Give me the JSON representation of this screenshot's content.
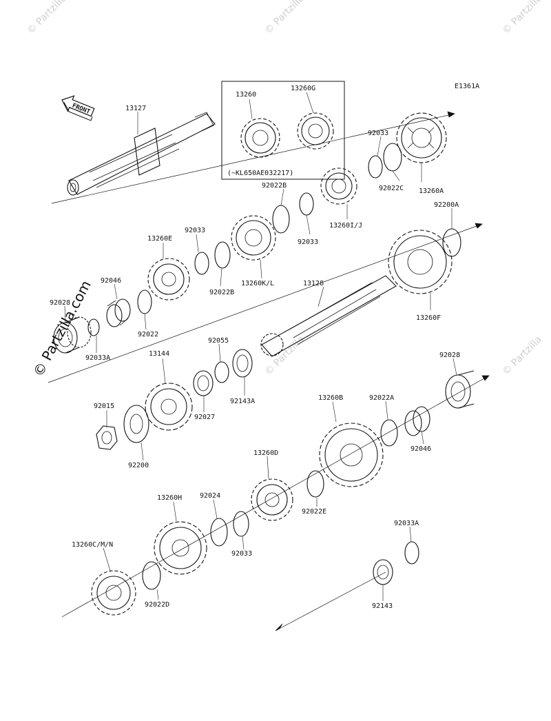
{
  "diagram_code": "E1361A",
  "front_label": "FRONT",
  "side_watermark": "© Partzilla.com",
  "corner_watermark": "© Partzilla",
  "inset_note": "(~KL650AE032217)",
  "labels": {
    "13127": "13127",
    "13260": "13260",
    "13260G": "13260G",
    "92033_top": "92033",
    "13260A": "13260A",
    "92022C": "92022C",
    "92022B_top": "92022B",
    "92033_mid": "92033",
    "13260IJ": "13260I/J",
    "92200A": "92200A",
    "13260E": "13260E",
    "92033_left": "92033",
    "92022B_mid": "92022B",
    "13260KL": "13260K/L",
    "92046_top": "92046",
    "13128": "13128",
    "92028_left": "92028",
    "92022_left": "92022",
    "92033A_left": "92033A",
    "13260F": "13260F",
    "92055": "92055",
    "13144": "13144",
    "92028_right": "92028",
    "92143A": "92143A",
    "92027": "92027",
    "13260B": "13260B",
    "92022A": "92022A",
    "92015": "92015",
    "92046_right": "92046",
    "92200": "92200",
    "13260D": "13260D",
    "92022E": "92022E",
    "13260H": "13260H",
    "92024": "92024",
    "92033_bottom": "92033",
    "92033A_bottom": "92033A",
    "13260CMN": "13260C/M/N",
    "92022D": "92022D",
    "92143": "92143"
  }
}
